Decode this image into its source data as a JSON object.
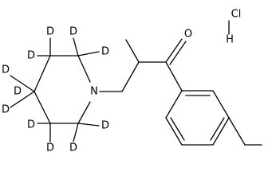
{
  "structure": {
    "atoms": {
      "oxygen": "O",
      "nitrogen": "N",
      "hcl_chlorine": "Cl",
      "hcl_hydrogen": "H"
    },
    "deuterium_labels": [
      "D",
      "D",
      "D",
      "D",
      "D",
      "D",
      "D",
      "D",
      "D",
      "D",
      "D"
    ]
  }
}
